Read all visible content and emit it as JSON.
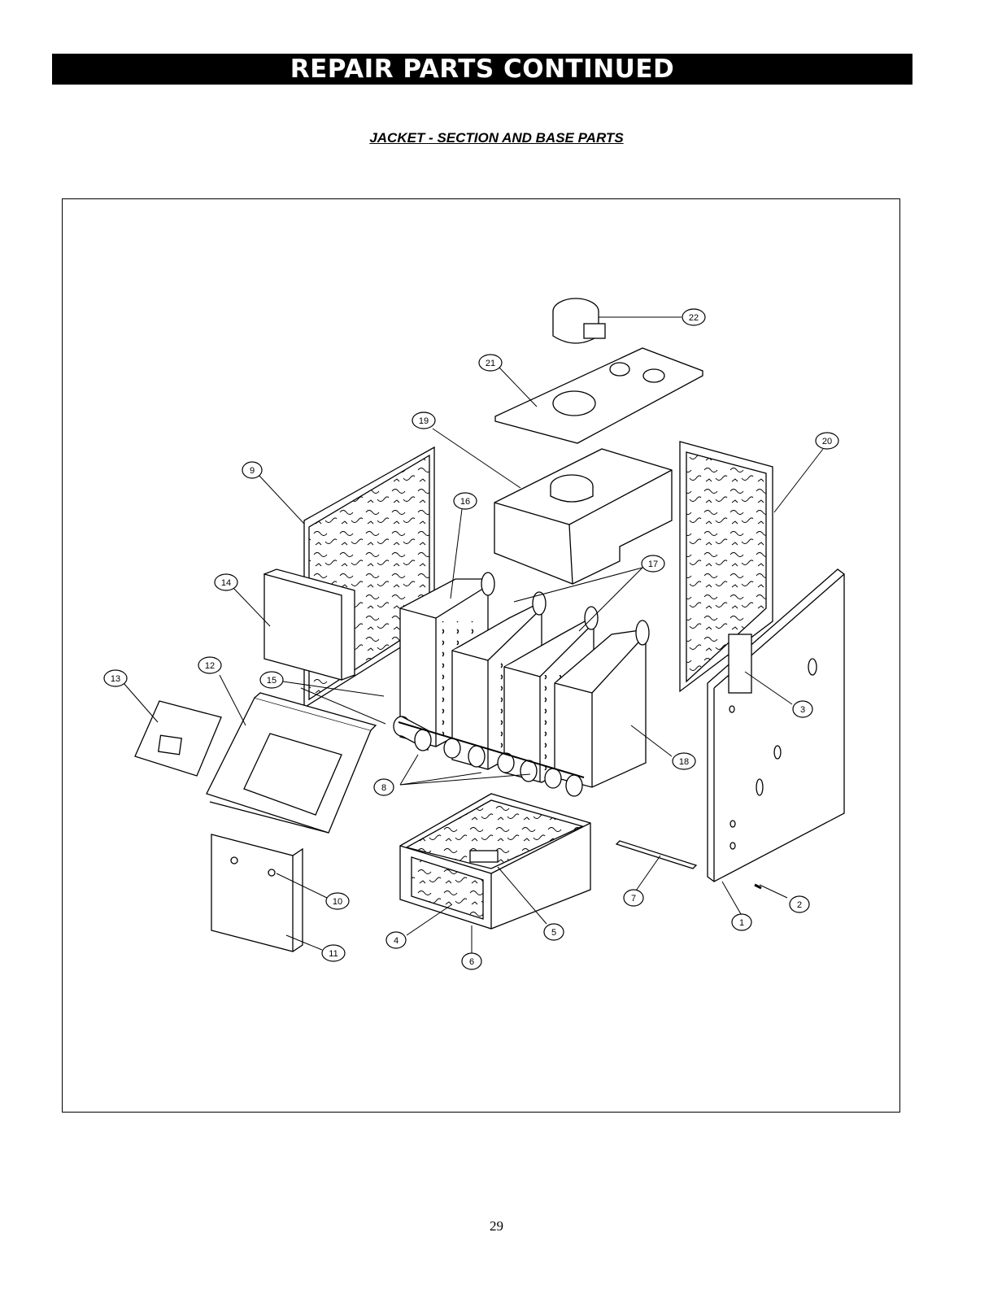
{
  "header": {
    "banner_title": "REPAIR PARTS CONTINUED"
  },
  "section": {
    "subtitle": "JACKET - SECTION AND BASE PARTS"
  },
  "diagram": {
    "callouts": [
      "1",
      "2",
      "3",
      "4",
      "5",
      "6",
      "7",
      "8",
      "9",
      "10",
      "11",
      "12",
      "13",
      "14",
      "15",
      "16",
      "17",
      "18",
      "19",
      "20",
      "21",
      "22"
    ]
  },
  "footer": {
    "page_number": "29"
  }
}
